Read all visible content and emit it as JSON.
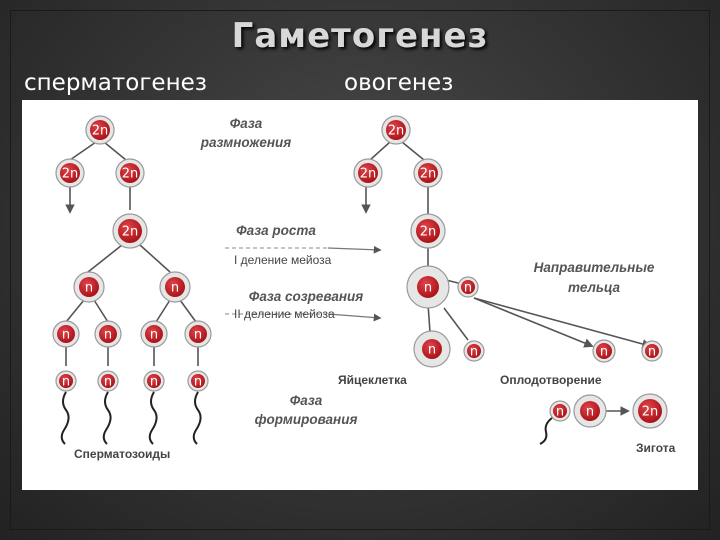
{
  "title": "Гаметогенез",
  "subheads": {
    "left": "сперматогенез",
    "right": "овогенез"
  },
  "labels": {
    "phase_reproduction_1": "Фаза",
    "phase_reproduction_2": "размножения",
    "phase_growth": "Фаза роста",
    "meiosis_1": "I деление мейоза",
    "phase_maturation": "Фаза созревания",
    "meiosis_2": "II деление мейоза",
    "polar_bodies_1": "Направительные",
    "polar_bodies_2": "тельца",
    "egg": "Яйцеклетка",
    "fertilization": "Оплодотворение",
    "phase_formation_1": "Фаза",
    "phase_formation_2": "формирования",
    "sperm": "Сперматозоиды",
    "zygote": "Зигота"
  },
  "cells": {
    "diploid": "2n",
    "haploid": "n"
  },
  "colors": {
    "cell_core": "#c4161c",
    "cell_ring": "#d9d9d9",
    "arrow": "#555555"
  }
}
